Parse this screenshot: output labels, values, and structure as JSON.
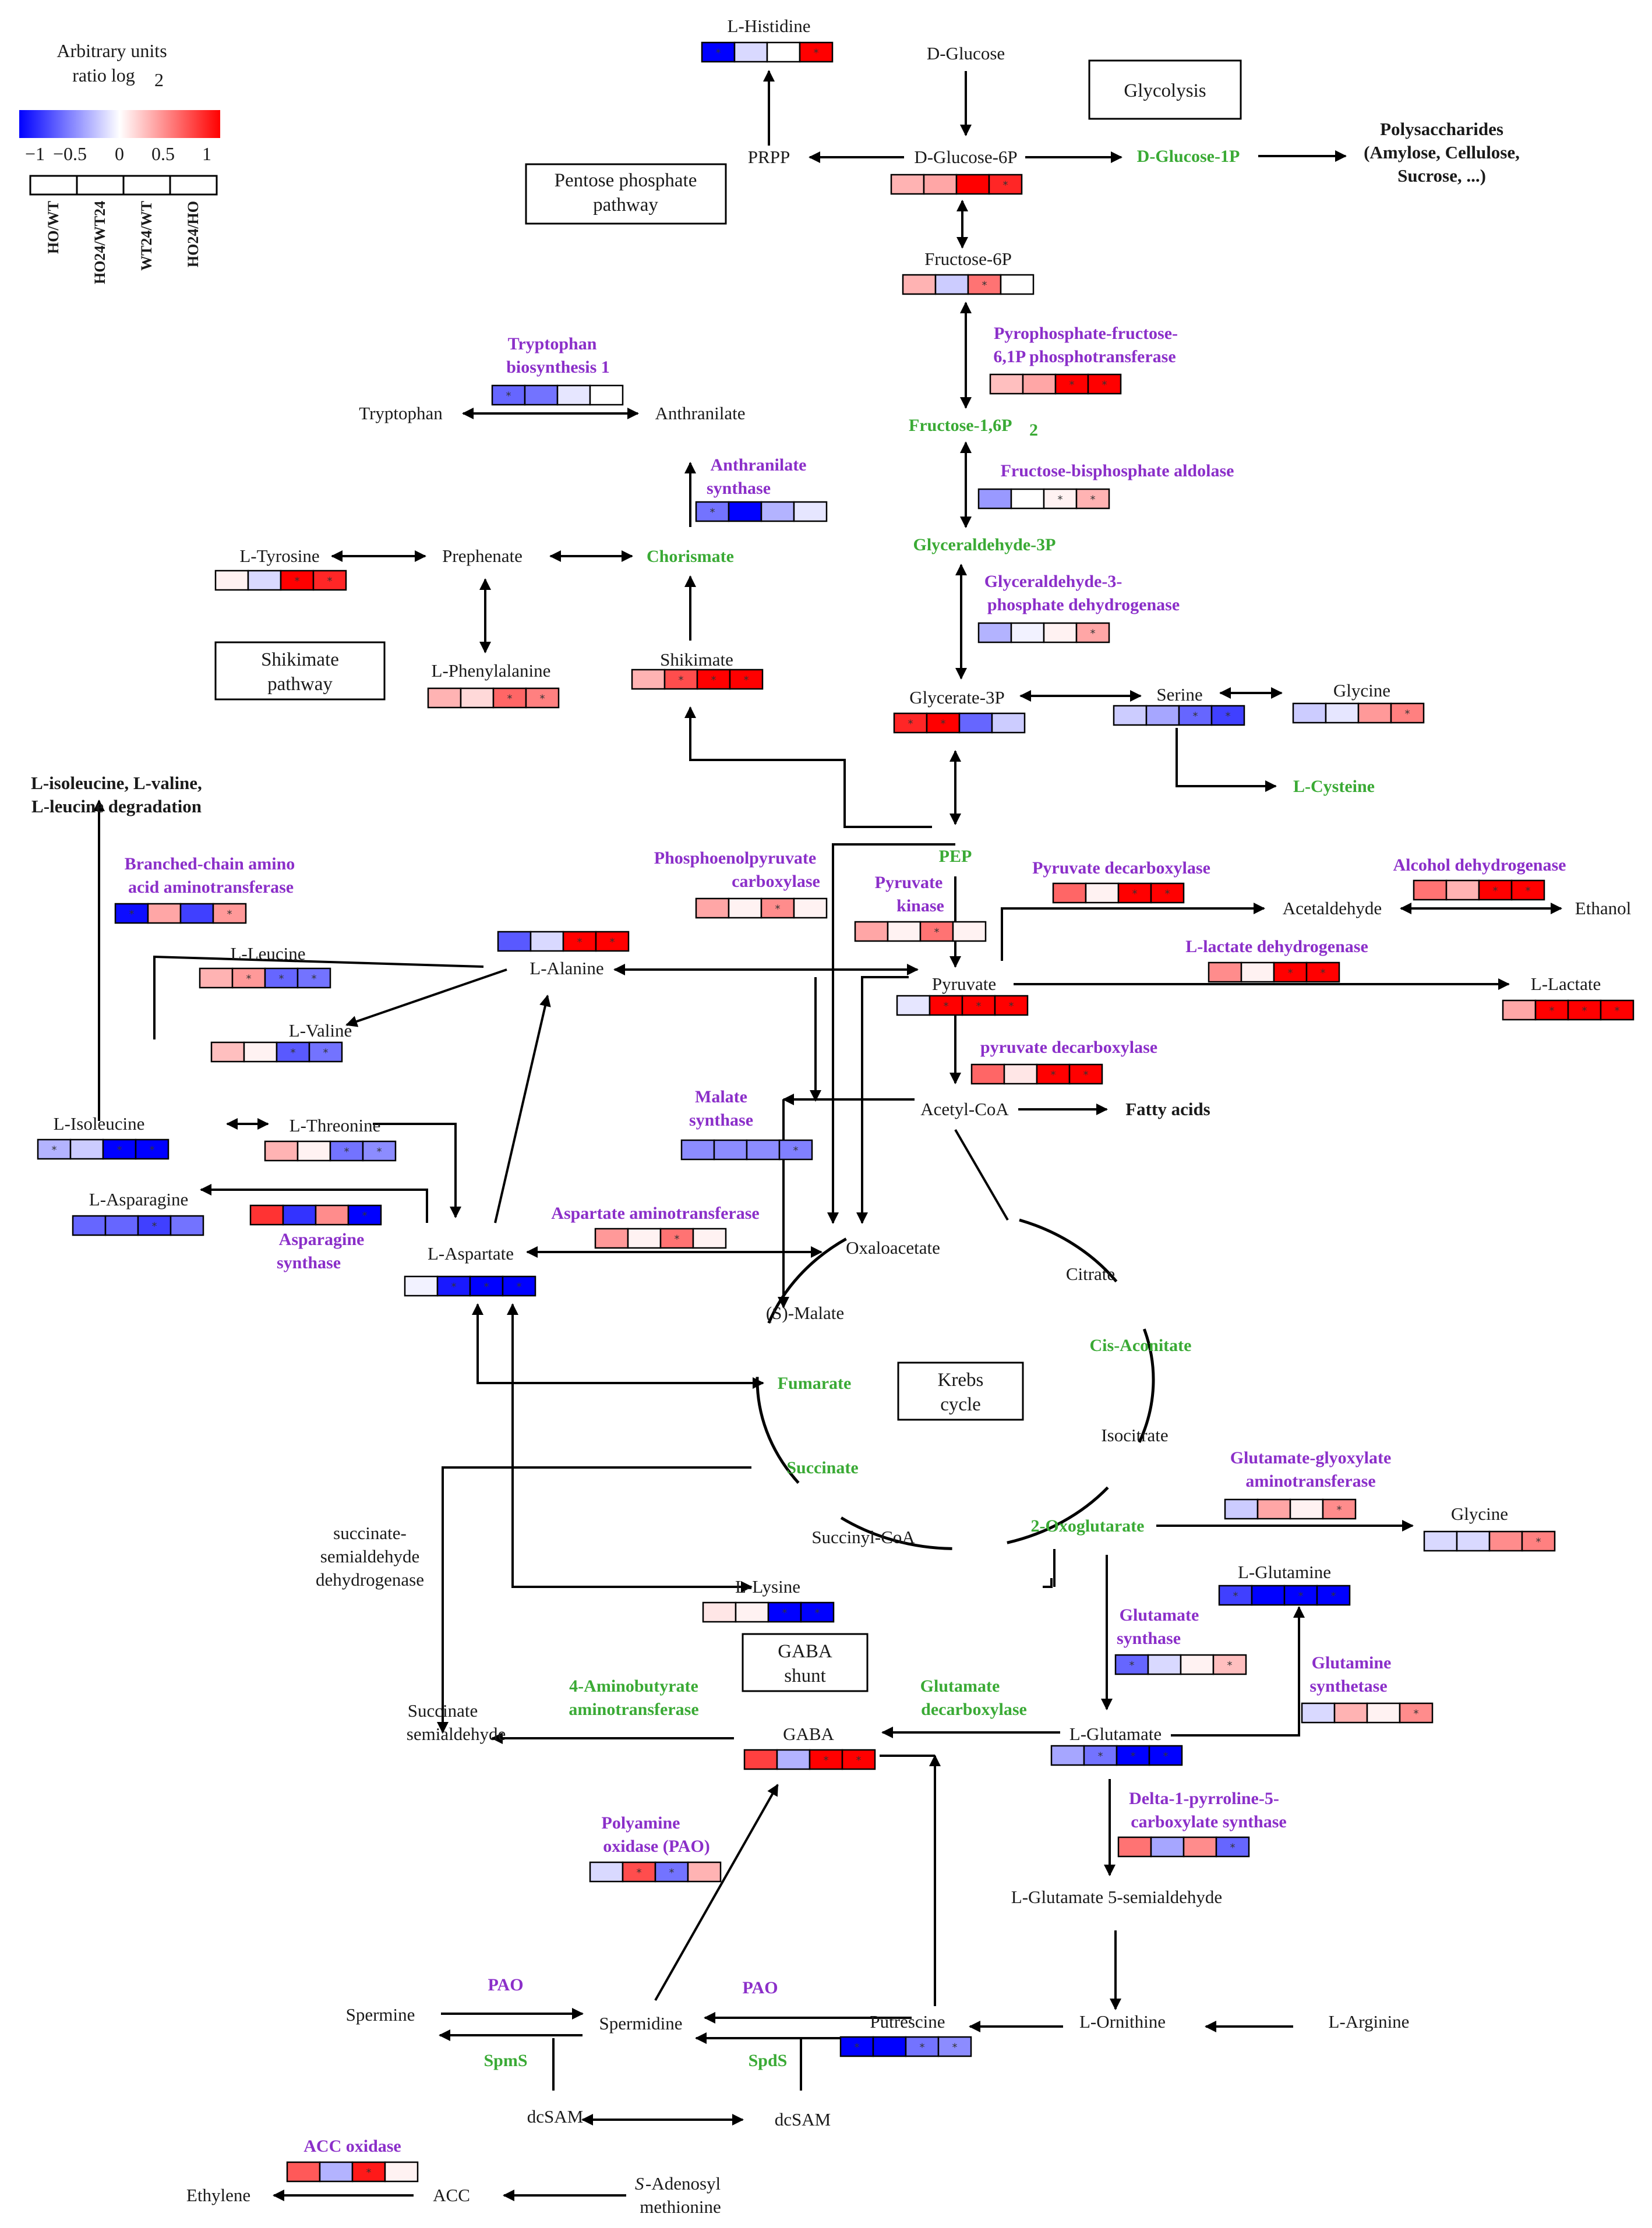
{
  "legend": {
    "title_line1": "Arbitrary units",
    "title_line2": "ratio log",
    "title_sub": "2",
    "ticks": [
      "−1",
      "−0.5",
      "0",
      "0.5",
      "1"
    ],
    "columns": [
      "HO/WT",
      "HO24/WT24",
      "WT24/WT",
      "HO24/HO"
    ]
  },
  "pathway_boxes": {
    "glycolysis": "Glycolysis",
    "ppp": [
      "Pentose phosphate",
      "pathway"
    ],
    "shikimate": [
      "Shikimate",
      "pathway"
    ],
    "krebs": [
      "Krebs",
      "cycle"
    ],
    "gaba": [
      "GABA",
      "shunt"
    ]
  },
  "metabolites": {
    "histidine": "L-Histidine",
    "glucose": "D-Glucose",
    "prpp": "PRPP",
    "g6p": "D-Glucose-6P",
    "f6p": "Fructose-6P",
    "polysaccharides": [
      "Polysaccharides",
      "(Amylose, Cellulose,",
      "Sucrose, ...)"
    ],
    "tryptophan": "Tryptophan",
    "anthranilate": "Anthranilate",
    "tyrosine": "L-Tyrosine",
    "prephenate": "Prephenate",
    "phenylalanine": "L-Phenylalanine",
    "shikimate": "Shikimate",
    "g3p": "Glycerate-3P",
    "serine": "Serine",
    "glycine": "Glycine",
    "degradation": [
      "L-isoleucine, L-valine,",
      "L-leucine degradation"
    ],
    "leucine": "L-Leucine",
    "alanine": "L-Alanine",
    "valine": "L-Valine",
    "acetaldehyde": "Acetaldehyde",
    "ethanol": "Ethanol",
    "pyruvate": "Pyruvate",
    "lactate": "L-Lactate",
    "isoleucine": "L-Isoleucine",
    "threonine": "L-Threonine",
    "acetylcoa": "Acetyl-CoA",
    "fattyacids": "Fatty acids",
    "asparagine": "L-Asparagine",
    "aspartate": "L-Aspartate",
    "oxaloacetate": "Oxaloacetate",
    "citrate": "Citrate",
    "malate": "(S)-Malate",
    "isocitrate": "Isocitrate",
    "succinylcoa": "Succinyl-CoA",
    "ssa_dh": [
      "succinate-",
      "semialdehyde",
      "dehydrogenase"
    ],
    "glycine2": "Glycine",
    "glutamine": "L-Glutamine",
    "lysine": "L-Lysine",
    "ssa": [
      "Succinate",
      "semialdehyde"
    ],
    "gaba": "GABA",
    "glutamate": "L-Glutamate",
    "g5sa": "L-Glutamate 5-semialdehyde",
    "spermine": "Spermine",
    "spermidine": "Spermidine",
    "putrescine": "Putrescine",
    "ornithine": "L-Ornithine",
    "arginine": "L-Arginine",
    "dcsam1": "dcSAM",
    "dcsam2": "dcSAM",
    "ethylene": "Ethylene",
    "acc": "ACC",
    "sam_italic": "S",
    "sam1": "-Adenosyl",
    "sam2": "methionine"
  },
  "green_metabolites": {
    "g1p": "D-Glucose-1P",
    "f16p_main": "Fructose-1,6P",
    "f16p_sub": "2",
    "gap": "Glyceraldehyde-3P",
    "chorismate": "Chorismate",
    "cysteine": "L-Cysteine",
    "pep": "PEP",
    "cis_aconitate": "Cis-Aconitate",
    "fumarate": "Fumarate",
    "succinate": "Succinate",
    "oxoglutarate": "2-Oxoglutarate"
  },
  "enzymes": {
    "trp_bio": [
      "Tryptophan",
      "biosynthesis 1"
    ],
    "pfp": [
      "Pyrophosphate-fructose-",
      "6,1P phosphotransferase"
    ],
    "anth_syn": [
      "Anthranilate",
      "synthase"
    ],
    "fba": "Fructose-bisphosphate aldolase",
    "gapdh": [
      "Glyceraldehyde-3-",
      "phosphate dehydrogenase"
    ],
    "bcat": [
      "Branched-chain amino",
      "acid aminotransferase"
    ],
    "pepc": [
      "Phosphoenolpyruvate",
      "carboxylase"
    ],
    "pk": [
      "Pyruvate",
      "kinase"
    ],
    "pdc1": "Pyruvate decarboxylase",
    "adh": "Alcohol dehydrogenase",
    "ldh": "L-lactate dehydrogenase",
    "pdc2": "pyruvate decarboxylase",
    "ms": [
      "Malate",
      "synthase"
    ],
    "aat": "Aspartate aminotransferase",
    "as": [
      "Asparagine",
      "synthase"
    ],
    "ggat": [
      "Glutamate-glyoxylate",
      "aminotransferase"
    ],
    "gs": [
      "Glutamate",
      "synthase"
    ],
    "gln": [
      "Glutamine",
      "synthetase"
    ],
    "p5cs": [
      "Delta-1-pyrroline-5-",
      "carboxylate synthase"
    ],
    "pao": [
      "Polyamine",
      "oxidase (PAO)"
    ],
    "pao2": "PAO",
    "pao3": "PAO",
    "accox": "ACC oxidase"
  },
  "green_enzymes": {
    "gabat": [
      "4-Aminobutyrate",
      "aminotransferase"
    ],
    "gad": [
      "Glutamate",
      "decarboxylase"
    ],
    "spms": "SpmS",
    "spds": "SpdS"
  },
  "colors": {
    "scale_low": "#0000ff",
    "scale_mid": "#ffffff",
    "scale_high": "#ff0000",
    "enzyme_purple": "#8b2fc9",
    "green": "#3aaa35"
  },
  "heatmaps": [
    {
      "id": "histidine",
      "values": [
        -1.0,
        -0.15,
        0.0,
        1.0
      ],
      "sig": [
        1,
        0,
        0,
        1
      ]
    },
    {
      "id": "g6p",
      "values": [
        0.3,
        0.35,
        1.0,
        0.85
      ],
      "sig": [
        0,
        0,
        0,
        1
      ]
    },
    {
      "id": "f6p",
      "values": [
        0.3,
        -0.2,
        0.55,
        0.0
      ],
      "sig": [
        0,
        0,
        1,
        0
      ]
    },
    {
      "id": "trp_bio",
      "values": [
        -0.6,
        -0.55,
        -0.1,
        0.0
      ],
      "sig": [
        1,
        0,
        0,
        0
      ]
    },
    {
      "id": "pfp",
      "values": [
        0.25,
        0.35,
        1.0,
        1.0
      ],
      "sig": [
        0,
        0,
        1,
        1
      ]
    },
    {
      "id": "anth_syn",
      "values": [
        -0.55,
        -1.0,
        -0.3,
        -0.1
      ],
      "sig": [
        1,
        0,
        0,
        0
      ]
    },
    {
      "id": "fba",
      "values": [
        -0.4,
        0.0,
        0.05,
        0.3
      ],
      "sig": [
        0,
        0,
        1,
        1
      ]
    },
    {
      "id": "tyrosine",
      "values": [
        0.05,
        -0.15,
        1.0,
        0.85
      ],
      "sig": [
        0,
        0,
        1,
        1
      ]
    },
    {
      "id": "gapdh",
      "values": [
        -0.3,
        -0.05,
        0.05,
        0.35
      ],
      "sig": [
        0,
        0,
        0,
        1
      ]
    },
    {
      "id": "shikimate",
      "values": [
        0.3,
        0.7,
        1.0,
        1.0
      ],
      "sig": [
        0,
        1,
        1,
        1
      ]
    },
    {
      "id": "phenylalanine",
      "values": [
        0.3,
        0.15,
        0.6,
        0.5
      ],
      "sig": [
        0,
        0,
        1,
        1
      ]
    },
    {
      "id": "g3p",
      "values": [
        0.85,
        1.0,
        -0.6,
        -0.2
      ],
      "sig": [
        1,
        1,
        0,
        0
      ]
    },
    {
      "id": "serine",
      "values": [
        -0.2,
        -0.35,
        -0.6,
        -0.75
      ],
      "sig": [
        0,
        0,
        1,
        1
      ]
    },
    {
      "id": "glycine",
      "values": [
        -0.2,
        -0.1,
        0.4,
        0.5
      ],
      "sig": [
        0,
        0,
        0,
        1
      ]
    },
    {
      "id": "bcat",
      "values": [
        -0.95,
        0.35,
        -0.75,
        0.4
      ],
      "sig": [
        1,
        0,
        0,
        1
      ]
    },
    {
      "id": "pepc",
      "values": [
        0.35,
        0.05,
        0.45,
        0.05
      ],
      "sig": [
        0,
        0,
        1,
        0
      ]
    },
    {
      "id": "pdc1",
      "values": [
        0.6,
        0.05,
        1.0,
        1.0
      ],
      "sig": [
        0,
        0,
        1,
        1
      ]
    },
    {
      "id": "adh",
      "values": [
        0.55,
        0.3,
        1.0,
        1.0
      ],
      "sig": [
        0,
        0,
        1,
        1
      ]
    },
    {
      "id": "alanine",
      "values": [
        -0.65,
        -0.15,
        1.0,
        1.0
      ],
      "sig": [
        0,
        0,
        1,
        1
      ]
    },
    {
      "id": "pk",
      "values": [
        0.35,
        0.05,
        0.55,
        0.05
      ],
      "sig": [
        0,
        0,
        1,
        0
      ]
    },
    {
      "id": "leucine",
      "values": [
        0.3,
        0.4,
        -0.6,
        -0.55
      ],
      "sig": [
        0,
        1,
        1,
        1
      ]
    },
    {
      "id": "ldh",
      "values": [
        0.45,
        0.05,
        1.0,
        1.0
      ],
      "sig": [
        0,
        0,
        1,
        1
      ]
    },
    {
      "id": "pyruvate",
      "values": [
        -0.1,
        1.0,
        1.0,
        1.0
      ],
      "sig": [
        0,
        1,
        1,
        1
      ]
    },
    {
      "id": "lactate",
      "values": [
        0.35,
        1.0,
        1.0,
        1.0
      ],
      "sig": [
        0,
        1,
        1,
        1
      ]
    },
    {
      "id": "valine",
      "values": [
        0.25,
        0.05,
        -0.65,
        -0.55
      ],
      "sig": [
        0,
        0,
        1,
        1
      ]
    },
    {
      "id": "pdc2",
      "values": [
        0.6,
        0.1,
        1.0,
        1.0
      ],
      "sig": [
        0,
        0,
        1,
        1
      ]
    },
    {
      "id": "isoleucine",
      "values": [
        -0.3,
        -0.2,
        -1.0,
        -1.0
      ],
      "sig": [
        1,
        0,
        1,
        1
      ]
    },
    {
      "id": "threonine",
      "values": [
        0.3,
        0.05,
        -0.55,
        -0.45
      ],
      "sig": [
        0,
        0,
        1,
        1
      ]
    },
    {
      "id": "ms",
      "values": [
        -0.45,
        -0.45,
        -0.45,
        -0.5
      ],
      "sig": [
        0,
        0,
        0,
        1
      ]
    },
    {
      "id": "asparagine",
      "values": [
        -0.6,
        -0.6,
        -0.75,
        -0.55
      ],
      "sig": [
        0,
        0,
        1,
        0
      ]
    },
    {
      "id": "as",
      "values": [
        0.8,
        -0.8,
        0.45,
        -1.0
      ],
      "sig": [
        0,
        0,
        0,
        1
      ]
    },
    {
      "id": "aat",
      "values": [
        0.4,
        0.05,
        0.55,
        0.05
      ],
      "sig": [
        0,
        0,
        1,
        0
      ]
    },
    {
      "id": "aspartate",
      "values": [
        -0.05,
        -0.9,
        -1.0,
        -1.0
      ],
      "sig": [
        0,
        1,
        1,
        1
      ]
    },
    {
      "id": "ggat",
      "values": [
        -0.2,
        0.35,
        0.05,
        0.45
      ],
      "sig": [
        0,
        0,
        0,
        1
      ]
    },
    {
      "id": "glycine2",
      "values": [
        -0.15,
        -0.15,
        0.45,
        0.5
      ],
      "sig": [
        0,
        0,
        0,
        1
      ]
    },
    {
      "id": "glutamine",
      "values": [
        -0.75,
        -1.0,
        -1.0,
        -1.0
      ],
      "sig": [
        1,
        0,
        1,
        1
      ]
    },
    {
      "id": "gs",
      "values": [
        -0.6,
        -0.15,
        0.05,
        0.25
      ],
      "sig": [
        1,
        0,
        0,
        1
      ]
    },
    {
      "id": "lysine",
      "values": [
        0.1,
        0.05,
        -1.0,
        -1.0
      ],
      "sig": [
        0,
        0,
        1,
        1
      ]
    },
    {
      "id": "gln",
      "values": [
        -0.15,
        0.3,
        0.05,
        0.45
      ],
      "sig": [
        0,
        0,
        0,
        1
      ]
    },
    {
      "id": "gaba",
      "values": [
        0.75,
        -0.3,
        1.0,
        1.0
      ],
      "sig": [
        0,
        0,
        1,
        1
      ]
    },
    {
      "id": "glutamate",
      "values": [
        -0.35,
        -0.55,
        -1.0,
        -1.0
      ],
      "sig": [
        0,
        1,
        1,
        1
      ]
    },
    {
      "id": "p5cs",
      "values": [
        0.55,
        -0.35,
        0.45,
        -0.6
      ],
      "sig": [
        0,
        0,
        0,
        1
      ]
    },
    {
      "id": "pao",
      "values": [
        -0.15,
        0.7,
        -0.55,
        0.3
      ],
      "sig": [
        0,
        1,
        1,
        0
      ]
    },
    {
      "id": "putrescine",
      "values": [
        -1.0,
        -1.0,
        -0.55,
        -0.45
      ],
      "sig": [
        1,
        0,
        1,
        1
      ]
    },
    {
      "id": "accox",
      "values": [
        0.65,
        -0.3,
        0.9,
        0.05
      ],
      "sig": [
        0,
        0,
        1,
        0
      ]
    }
  ]
}
